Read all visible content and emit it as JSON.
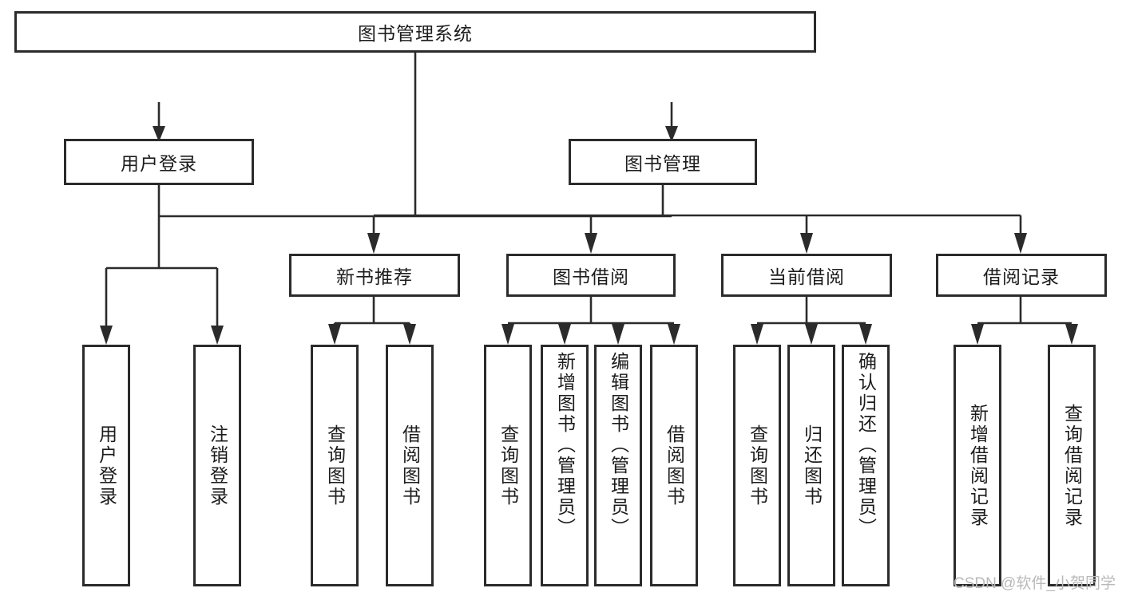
{
  "diagram": {
    "type": "hierarchy-tree",
    "title": "图书管理系统",
    "watermark": "CSDN @软件_小贺同学",
    "root": {
      "label": "图书管理系统"
    },
    "level1": [
      {
        "label": "用户登录"
      },
      {
        "label": "图书管理"
      }
    ],
    "level2": [
      {
        "label": "新书推荐",
        "parent": "图书管理"
      },
      {
        "label": "图书借阅",
        "parent": "图书管理"
      },
      {
        "label": "当前借阅",
        "parent": "图书管理"
      },
      {
        "label": "借阅记录",
        "parent": "图书管理"
      }
    ],
    "leaves": {
      "user_login": [
        {
          "label": "用户登录"
        },
        {
          "label": "注销登录"
        }
      ],
      "new_book_recommend": [
        {
          "label": "查询图书"
        },
        {
          "label": "借阅图书"
        }
      ],
      "book_borrow": [
        {
          "label": "查询图书"
        },
        {
          "label": "新增图书（管理员）"
        },
        {
          "label": "编辑图书（管理员）"
        },
        {
          "label": "借阅图书"
        }
      ],
      "current_borrow": [
        {
          "label": "查询图书"
        },
        {
          "label": "归还图书"
        },
        {
          "label": "确认归还（管理员）"
        }
      ],
      "borrow_record": [
        {
          "label": "新增借阅记录"
        },
        {
          "label": "查询借阅记录"
        }
      ]
    },
    "colors": {
      "background": "#ffffff",
      "stroke": "#2b2b2b",
      "text": "#1c1c1c",
      "watermark": "#b9b9b9"
    }
  }
}
